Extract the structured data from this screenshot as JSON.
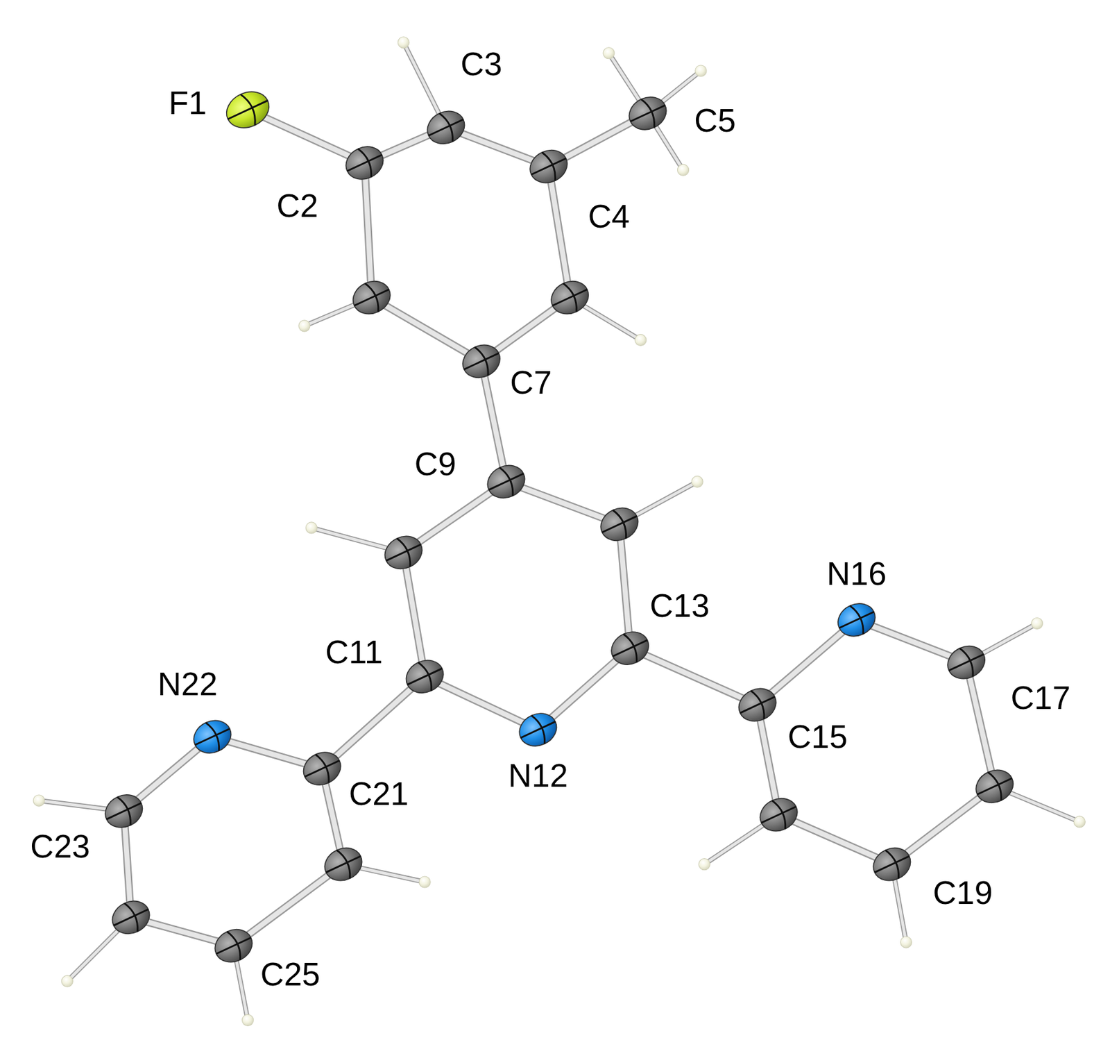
{
  "diagram": {
    "labels": [
      "F1",
      "C3",
      "C5",
      "C2",
      "C4",
      "C7",
      "C9",
      "N16",
      "C13",
      "C11",
      "N22",
      "C17",
      "C15",
      "N12",
      "C21",
      "C23",
      "C19",
      "C25"
    ]
  }
}
